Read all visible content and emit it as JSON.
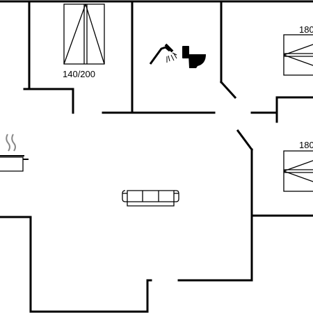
{
  "floorplan": {
    "labels": {
      "bed_master": "140/200",
      "bed_right_top": "180",
      "bed_right_bottom": "180"
    },
    "icons": {
      "shower": "shower-icon",
      "toilet": "toilet-icon",
      "cooking_pot": "cooking-pot-icon",
      "sofa": "sofa-icon",
      "bed": "bed-icon"
    },
    "colors": {
      "wall": "#000000",
      "background": "#ffffff"
    }
  }
}
